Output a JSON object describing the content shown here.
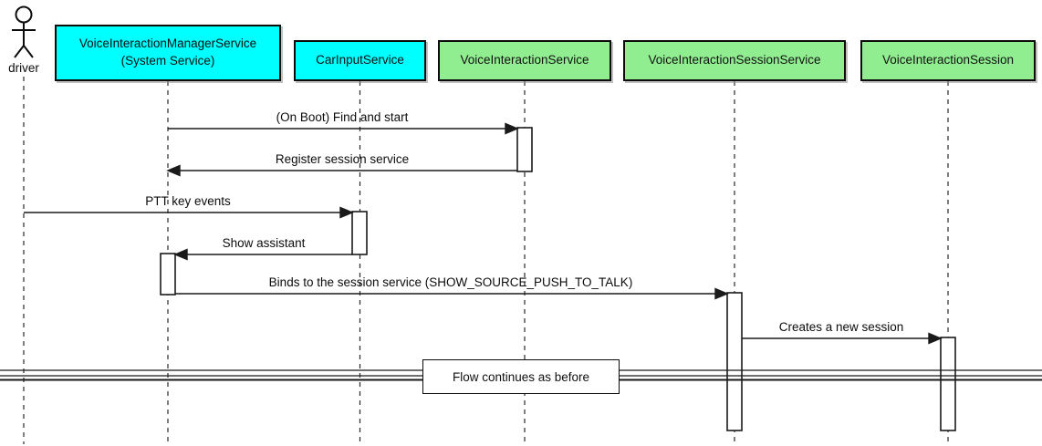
{
  "diagram": {
    "kind": "uml-sequence-diagram",
    "background": "#ffffff",
    "line_color": "#1a1a1a"
  },
  "colors": {
    "participant_cyan": "#00ffff",
    "participant_green": "#90ee90",
    "activation_fill": "#ffffff",
    "border": "#0c0c0c"
  },
  "actor": {
    "label": "driver"
  },
  "participants": [
    {
      "label": "VoiceInteractionManagerService",
      "sublabel": "(System Service)",
      "color": "#00ffff"
    },
    {
      "label": "CarInputService",
      "color": "#00ffff"
    },
    {
      "label": "VoiceInteractionService",
      "color": "#90ee90"
    },
    {
      "label": "VoiceInteractionSessionService",
      "color": "#90ee90"
    },
    {
      "label": "VoiceInteractionSession",
      "color": "#90ee90"
    }
  ],
  "messages": [
    {
      "label": "(On Boot) Find and start",
      "from": "VoiceInteractionManagerService (System Service)",
      "to": "VoiceInteractionService",
      "direction": "right"
    },
    {
      "label": "Register session service",
      "from": "VoiceInteractionService",
      "to": "VoiceInteractionManagerService (System Service)",
      "direction": "left"
    },
    {
      "label": "PTT key events",
      "from": "driver",
      "to": "CarInputService",
      "direction": "right"
    },
    {
      "label": "Show assistant",
      "from": "CarInputService",
      "to": "VoiceInteractionManagerService (System Service)",
      "direction": "left"
    },
    {
      "label": "Binds to the session service (SHOW_SOURCE_PUSH_TO_TALK)",
      "from": "VoiceInteractionManagerService (System Service)",
      "to": "VoiceInteractionSessionService",
      "direction": "right"
    },
    {
      "label": "Creates a new session",
      "from": "VoiceInteractionSessionService",
      "to": "VoiceInteractionSession",
      "direction": "right"
    }
  ],
  "divider": {
    "label": "Flow continues as before"
  }
}
